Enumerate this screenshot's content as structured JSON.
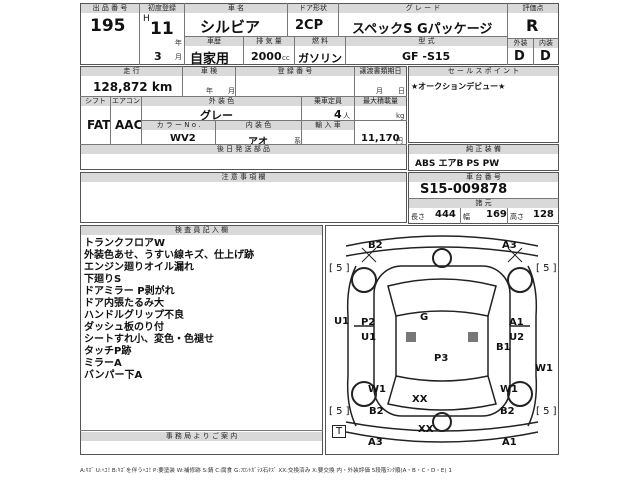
{
  "top": {
    "lot_header": "出 品 番 号",
    "lot_no": "195",
    "first_reg_header": "初度登録",
    "era": "H",
    "year": "11",
    "year_unit": "年",
    "month": "3",
    "month_unit": "月",
    "car_name_header": "車 名",
    "car_name": "シルビア",
    "door_header": "ドア形状",
    "door": "2CP",
    "grade_header": "グ レ ー ド",
    "grade": "スペックS Gパッケージ",
    "score_header": "評価点",
    "score": "R",
    "usage_header": "車歴",
    "usage": "自家用",
    "displacement_header": "排 気 量",
    "displacement": "2000",
    "displacement_unit": "cc",
    "fuel_header": "燃 料",
    "fuel": "ガソリン",
    "model_header": "型 式",
    "model": "GF -S15",
    "exterior_header": "外装",
    "exterior": "D",
    "interior_header": "内装",
    "interior": "D"
  },
  "mid": {
    "mileage_header": "走 行",
    "mileage": "128,872 km",
    "inspection_header": "車 検",
    "insp_year_unit": "年",
    "insp_month_unit": "月",
    "reg_no_header": "登 録 番 号",
    "transfer_header": "譲渡書類期日",
    "transfer_month_unit": "月",
    "transfer_day_unit": "日",
    "shift_header": "シフト",
    "shift": "FAT",
    "ac_header": "エアコン",
    "ac": "AAC",
    "color_header": "外 装 色",
    "color": "グレー",
    "capacity_header": "乗車定員",
    "capacity": "4",
    "capacity_unit": "人",
    "max_load_header": "最大積載量",
    "max_load_unit": "kg",
    "color_no_header": "カ ラ ー N o .",
    "color_no": "WV2",
    "interior_color_header": "内 装 色",
    "interior_color": "アオ",
    "interior_color_unit": "系",
    "import_header": "輸 入 車",
    "price": "11,170",
    "price_unit": "円",
    "rear_parts_header": "後 日 発 送 部 品",
    "sales_point_header": "セ ー ル ス ポ イ ン ト",
    "sales_point": "★オークションデビュー★",
    "equipment_header": "純 正 装 備",
    "equipment": "ABS エアB PS PW",
    "frame_header": "車 台 番 号",
    "frame_no": "S15-009878",
    "dimensions_header": "諸 元",
    "length_label": "長さ",
    "length": "444",
    "width_label": "幅",
    "width": "169",
    "height_label": "高さ",
    "height": "128",
    "caution_header": "注 意 事 項 欄"
  },
  "inspector": {
    "header": "検 査 員 記 入 欄",
    "notes": [
      "トランクフロアW",
      "外装色あせ、うすい線キズ、仕上げ跡",
      "エンジン廻りオイル漏れ",
      "下廻りS",
      "ドアミラー P剥がれ",
      "ドア内張たるみ大",
      "ハンドルグリップ不良",
      "ダッシュ板のり付",
      "シートすれ小、変色・色褪せ",
      "タッチP跡",
      "ミラーA",
      "バンパー下A"
    ],
    "office_header": "事 務 局 よ り ご 案 内"
  },
  "diagram": {
    "marks": [
      {
        "id": "b2-top",
        "text": "B2"
      },
      {
        "id": "a3-top",
        "text": "A3"
      },
      {
        "id": "bracket-l1",
        "text": "[ 5 ]"
      },
      {
        "id": "bracket-r1",
        "text": "[ 5 ]"
      },
      {
        "id": "u1-left",
        "text": "U1"
      },
      {
        "id": "p2",
        "text": "P2"
      },
      {
        "id": "u1-mid",
        "text": "U1"
      },
      {
        "id": "g",
        "text": "G"
      },
      {
        "id": "a1-right",
        "text": "A1"
      },
      {
        "id": "u2",
        "text": "U2"
      },
      {
        "id": "b1",
        "text": "B1"
      },
      {
        "id": "p3",
        "text": "P3"
      },
      {
        "id": "w1-right",
        "text": "W1"
      },
      {
        "id": "w1-left",
        "text": "W1"
      },
      {
        "id": "w1-rr",
        "text": "W1"
      },
      {
        "id": "xx-1",
        "text": "XX"
      },
      {
        "id": "b2-bot",
        "text": "B2"
      },
      {
        "id": "b2-rb",
        "text": "B2"
      },
      {
        "id": "bracket-l2",
        "text": "[ 5 ]"
      },
      {
        "id": "bracket-r2",
        "text": "[ 5 ]"
      },
      {
        "id": "xx-2",
        "text": "XX"
      },
      {
        "id": "t-box",
        "text": "T"
      },
      {
        "id": "a3-bot",
        "text": "A3"
      },
      {
        "id": "a1-bot",
        "text": "A1"
      }
    ]
  },
  "legend": "A:ｷｽﾞ U:ﾍｺﾐ B:ｷｽﾞを伴うﾍｺﾐ P:要塗装 W:補修跡 S:錆 C:腐食 G:ﾌﾛﾝﾄｶﾞﾗｽ石ｷｽﾞ XX:交換済み X:要交換 内・外装評価 5段階ﾗﾝｸ順(A・B・C・D・E) 1"
}
